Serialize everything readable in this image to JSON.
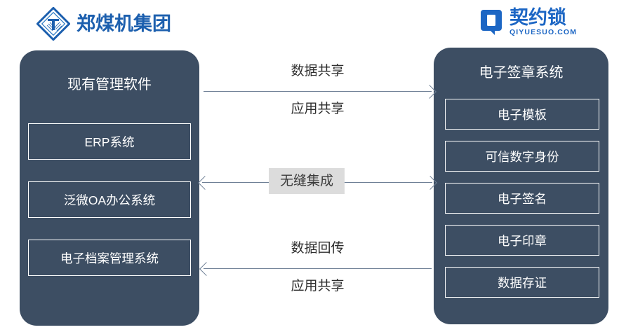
{
  "logos": {
    "left": {
      "name": "郑煤机集团",
      "mark_icon": "zhengmeiji-diamond-icon",
      "color": "#1C5FAE"
    },
    "right": {
      "name": "契约锁",
      "subtitle": "QIYUESUO.COM",
      "mark_icon": "qiyuesuo-q-icon",
      "color": "#1C66C4"
    }
  },
  "left_panel": {
    "title": "现有管理软件",
    "items": [
      {
        "label": "ERP系统"
      },
      {
        "label": "泛微OA办公系统"
      },
      {
        "label": "电子档案管理系统"
      }
    ]
  },
  "right_panel": {
    "title": "电子签章系统",
    "items": [
      {
        "label": "电子模板"
      },
      {
        "label": "可信数字身份"
      },
      {
        "label": "电子签名"
      },
      {
        "label": "电子印章"
      },
      {
        "label": "数据存证"
      }
    ]
  },
  "connectors": {
    "top": {
      "direction": "right",
      "label_above": "数据共享",
      "label_below": "应用共享"
    },
    "middle": {
      "direction": "both",
      "label_center": "无缝集成"
    },
    "bottom": {
      "direction": "left",
      "label_above": "数据回传",
      "label_below": "应用共享"
    }
  },
  "colors": {
    "panel_bg": "#3D4E63",
    "arrow": "#6E7F95",
    "label_box_bg": "#DCDCDC",
    "brand_blue": "#1C66C4"
  }
}
